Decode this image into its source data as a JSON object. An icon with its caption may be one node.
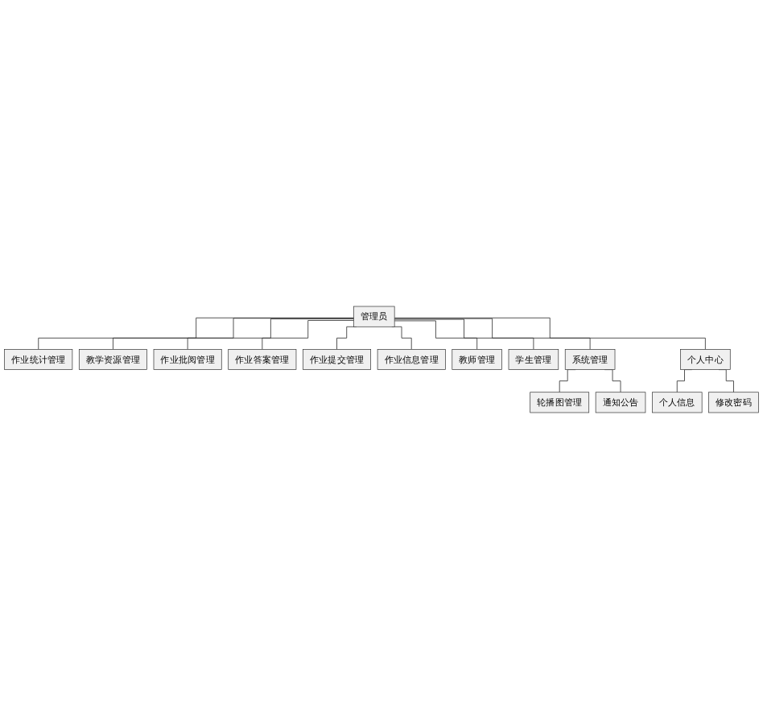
{
  "diagram": {
    "nodes": [
      {
        "text": [
          "管理员"
        ]
      },
      {
        "text": [
          "作业统计管理"
        ]
      },
      {
        "text": [
          "教学资源管理"
        ]
      },
      {
        "text": [
          "作业批阅管理"
        ]
      },
      {
        "text": [
          "作业答案管理"
        ]
      },
      {
        "text": [
          "作业提交管理"
        ]
      },
      {
        "text": [
          "作业信息管理"
        ]
      },
      {
        "text": [
          "教师管理"
        ]
      },
      {
        "text": [
          "学生管理"
        ]
      },
      {
        "text": [
          "系统管理"
        ]
      },
      {
        "text": [
          "个人中心"
        ]
      },
      {
        "text": [
          "轮播图管理"
        ]
      },
      {
        "text": [
          "通知公告"
        ]
      },
      {
        "text": [
          "个人信息"
        ]
      },
      {
        "text": [
          "修改密码"
        ]
      }
    ],
    "edges": [
      {
        "from": 0,
        "to": 1,
        "arrow": "none"
      },
      {
        "from": 0,
        "to": 2,
        "arrow": "none"
      },
      {
        "from": 0,
        "to": 3,
        "arrow": "none"
      },
      {
        "from": 0,
        "to": 4,
        "arrow": "none"
      },
      {
        "from": 0,
        "to": 5,
        "arrow": "none"
      },
      {
        "from": 0,
        "to": 6,
        "arrow": "none"
      },
      {
        "from": 0,
        "to": 7,
        "arrow": "none"
      },
      {
        "from": 0,
        "to": 8,
        "arrow": "none"
      },
      {
        "from": 0,
        "to": 9,
        "arrow": "none"
      },
      {
        "from": 0,
        "to": 10,
        "arrow": "none"
      },
      {
        "from": 9,
        "to": 11,
        "arrow": "none"
      },
      {
        "from": 9,
        "to": 12,
        "arrow": "none"
      },
      {
        "from": 10,
        "to": 13,
        "arrow": "none"
      },
      {
        "from": 10,
        "to": 14,
        "arrow": "none"
      }
    ]
  }
}
